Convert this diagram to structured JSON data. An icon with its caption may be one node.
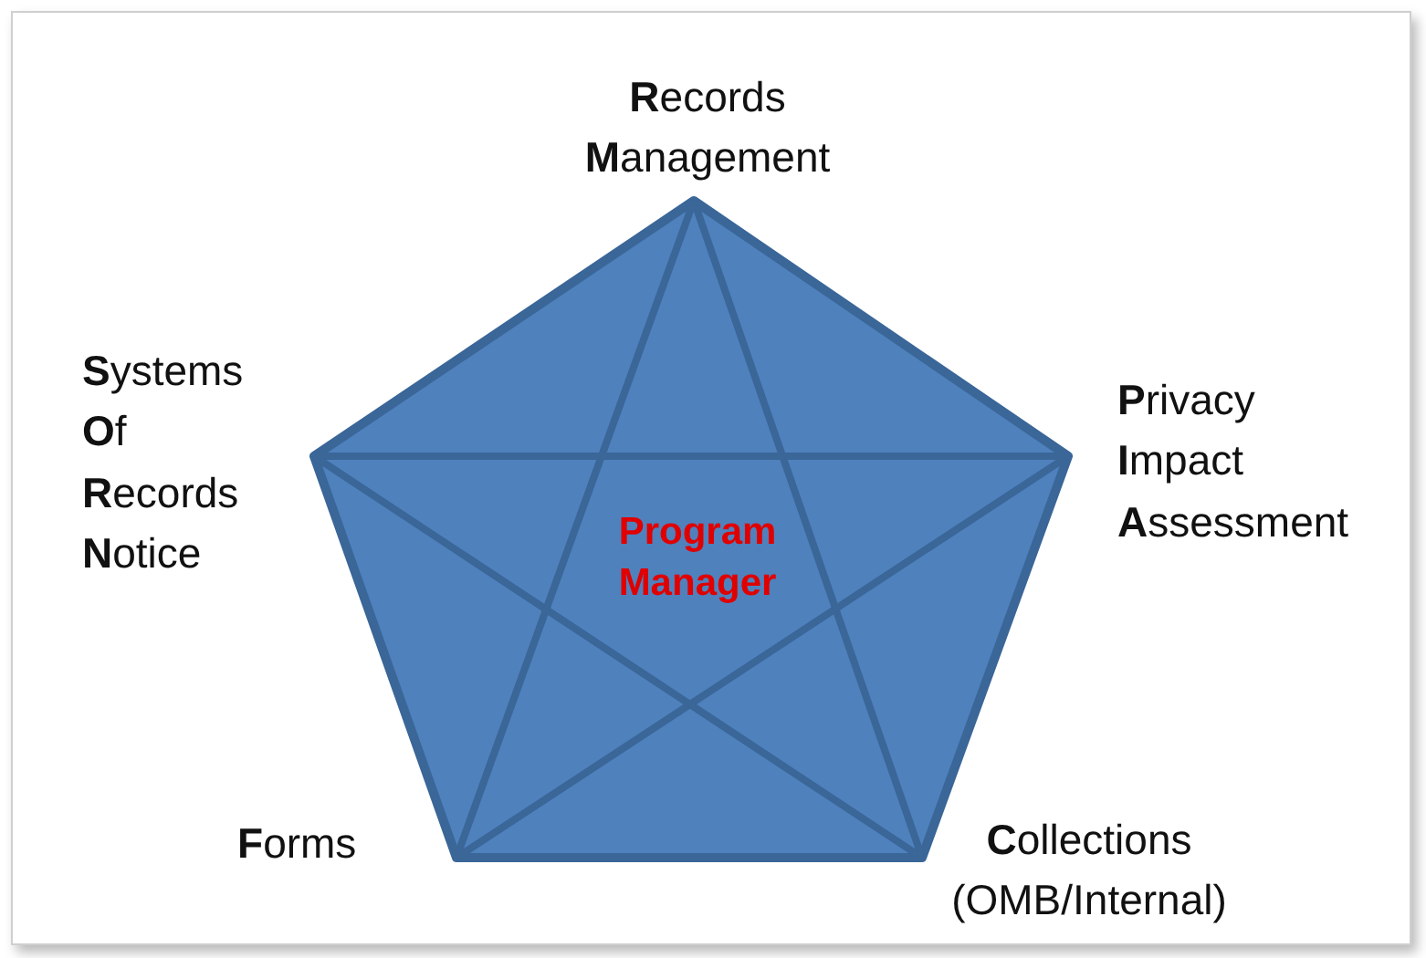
{
  "diagram": {
    "nodes": [
      {
        "text": [
          "Program Manager"
        ]
      }
    ],
    "edges": [],
    "labels": [
      "**R**ecords **M**anagement",
      "**S**ystems **O**f **R**ecords **N**otice",
      "**P**rivacy **I**mpact **A**ssessment",
      "**F**orms",
      "**C**ollections (OMB/Internal)"
    ]
  }
}
